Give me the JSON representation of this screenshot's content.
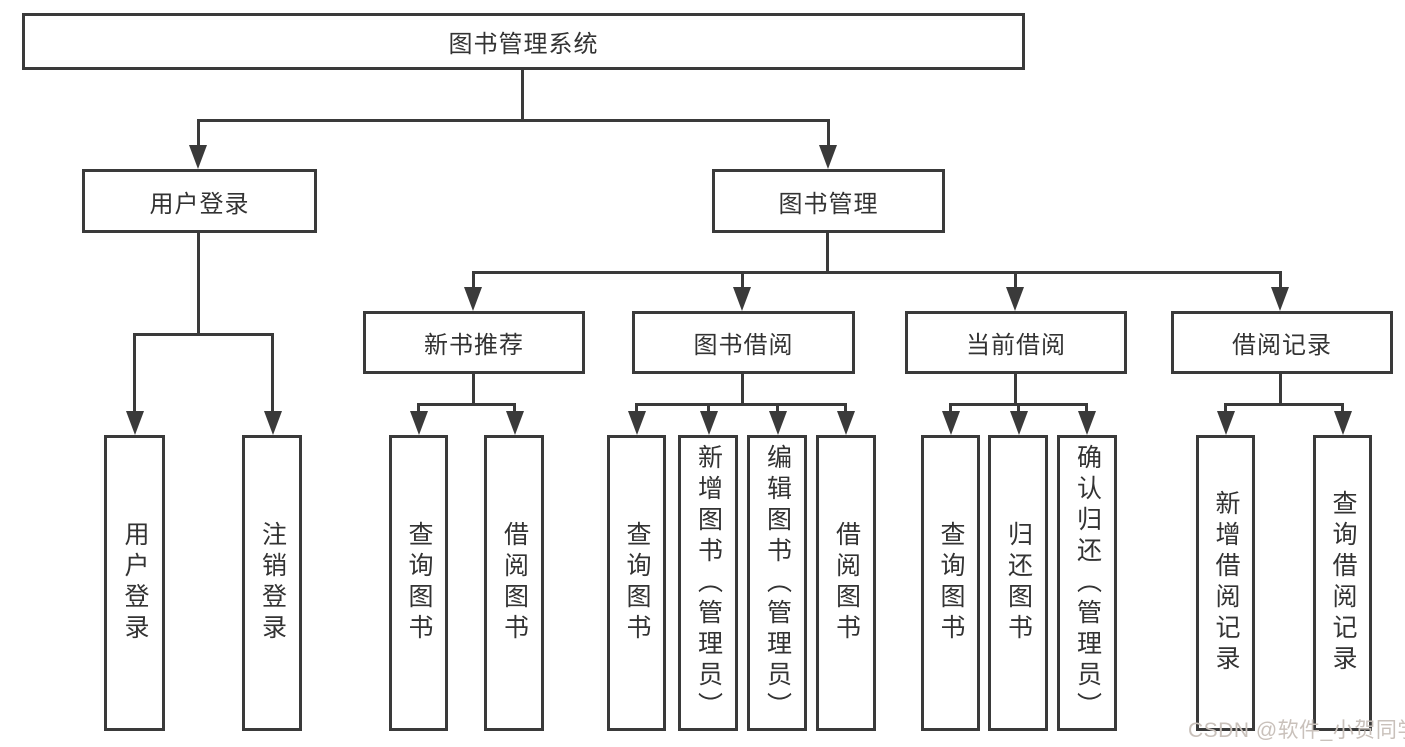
{
  "diagram": {
    "title_node": {
      "label": "图书管理系统"
    },
    "level2": [
      {
        "label": "用户登录"
      },
      {
        "label": "图书管理"
      }
    ],
    "level3": [
      {
        "label": "新书推荐"
      },
      {
        "label": "图书借阅"
      },
      {
        "label": "当前借阅"
      },
      {
        "label": "借阅记录"
      }
    ],
    "leaves": [
      {
        "label": "用户登录",
        "parent": "用户登录"
      },
      {
        "label": "注销登录",
        "parent": "用户登录"
      },
      {
        "label": "查询图书",
        "parent": "新书推荐"
      },
      {
        "label": "借阅图书",
        "parent": "新书推荐"
      },
      {
        "label": "查询图书",
        "parent": "图书借阅"
      },
      {
        "label": "新增图书（管理员）",
        "parent": "图书借阅"
      },
      {
        "label": "编辑图书（管理员）",
        "parent": "图书借阅"
      },
      {
        "label": "借阅图书",
        "parent": "图书借阅"
      },
      {
        "label": "查询图书",
        "parent": "当前借阅"
      },
      {
        "label": "归还图书",
        "parent": "当前借阅"
      },
      {
        "label": "确认归还（管理员）",
        "parent": "当前借阅"
      },
      {
        "label": "新增借阅记录",
        "parent": "借阅记录"
      },
      {
        "label": "查询借阅记录",
        "parent": "借阅记录"
      }
    ]
  },
  "watermark": {
    "text": "CSDN @软件_小贺同学"
  },
  "colors": {
    "line": "#3a3a3a",
    "text": "#333333",
    "background": "#ffffff",
    "watermark": "#c9c1bb"
  }
}
